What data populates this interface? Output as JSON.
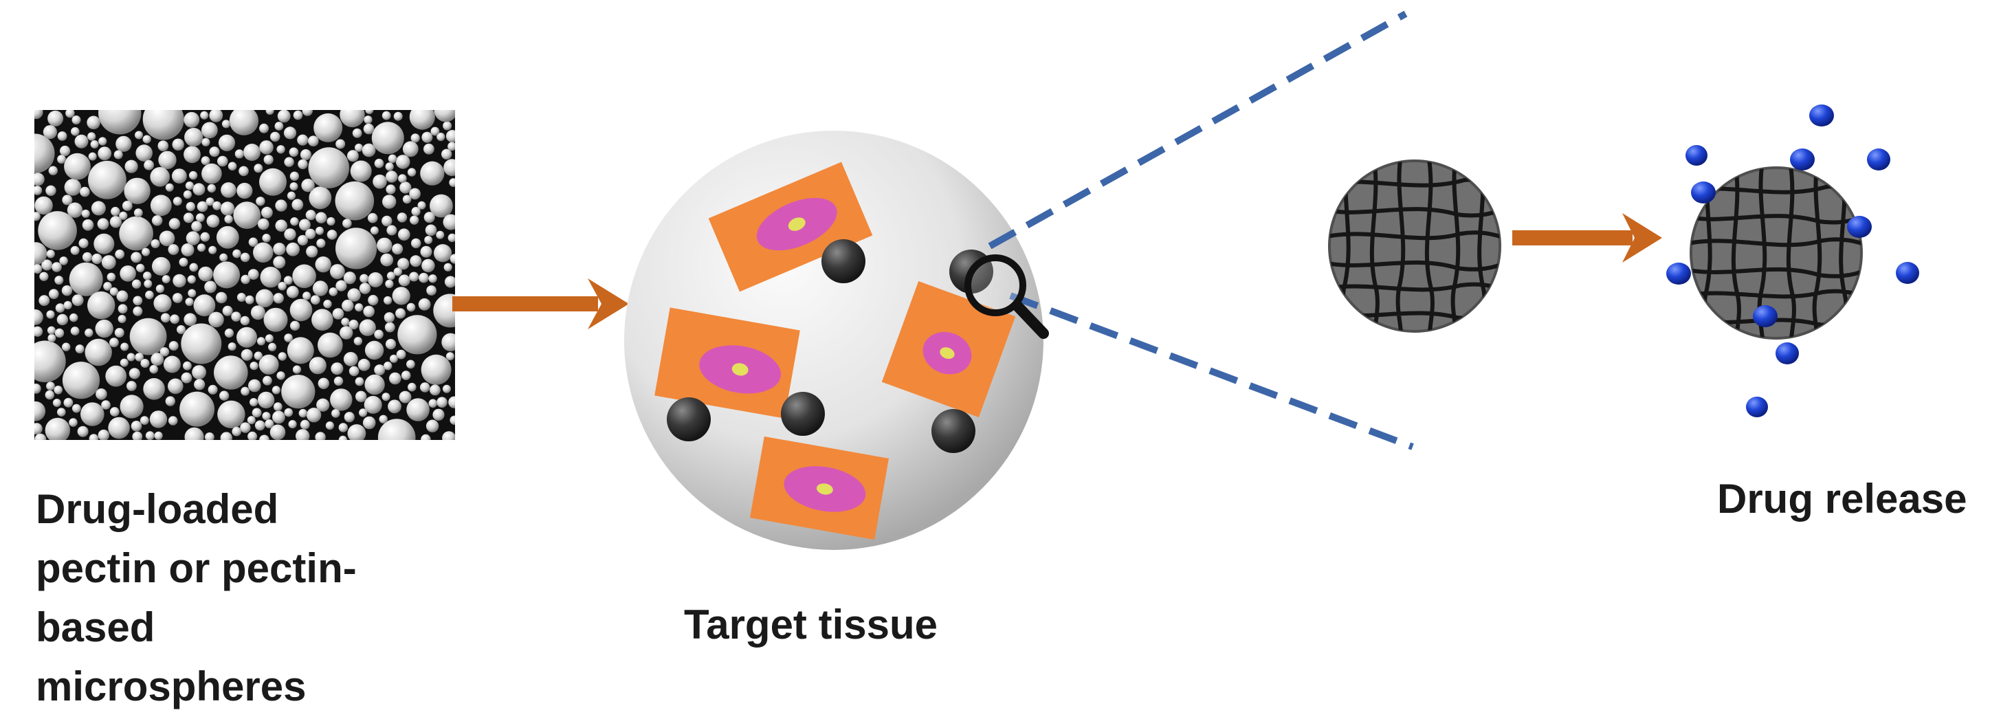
{
  "labels": {
    "microspheres": [
      "Drug-loaded",
      "pectin or pectin-",
      "based",
      "microspheres"
    ],
    "target_tissue": "Target tissue",
    "drug_release": "Drug release"
  },
  "colors": {
    "arrow": "#c8661d",
    "cell": "#f2883a",
    "nucleus": "#d558b8",
    "tissue_sphere": "#dcdcdc",
    "particle": "#3a3a3a",
    "network_sphere": "#707070",
    "zoom_line": "#3d66a8",
    "drug_dot": "#1f44d6"
  },
  "icons": [
    "magnifier-icon",
    "microsphere-sem-image",
    "polymer-network-icon"
  ]
}
